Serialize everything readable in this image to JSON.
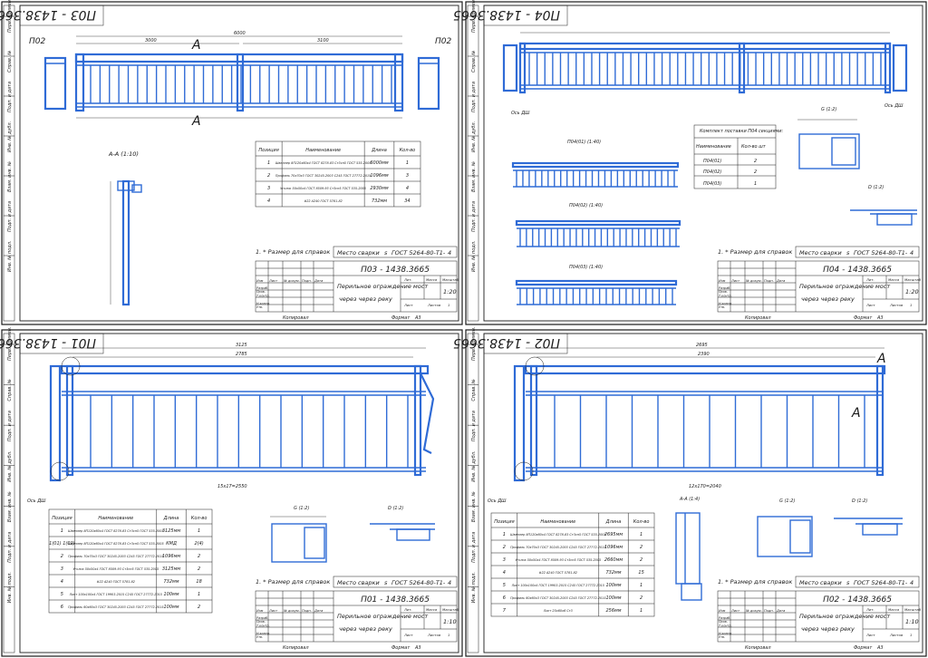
{
  "sheets": [
    {
      "id": "p03",
      "stamp_code": "П03 - 1438.3665",
      "doc_code": "П03 - 1438.3665",
      "title_line1": "Перильное ограждение мост",
      "title_line2": "через через реку",
      "mass": "1:20",
      "weld_label": "Место сварки",
      "weld_gost": "ГОСТ 5264-80-Т1-",
      "weld_size": "4",
      "weld_s": "s",
      "note": "1. * Размер для справок",
      "section_label": "А-А (1:10)",
      "marks": [
        "П02",
        "П02",
        "А",
        "А"
      ],
      "dims": [
        "6000",
        "3000",
        "3100"
      ],
      "table_headers": [
        "Позиция",
        "Наименование",
        "Длина",
        "Кол-во"
      ],
      "table_rows": [
        {
          "pos": "1",
          "name": "Швеллер 8П120х60х4 ГОСТ 8278-83 Ст3сп5 ГОСТ 535-2005",
          "len": "6000мм",
          "qty": "1"
        },
        {
          "pos": "2",
          "name": "Профиль 70х70х3 ГОСТ 30245-2003 С245 ГОСТ 27772-2015",
          "len": "1096мм",
          "qty": "3"
        },
        {
          "pos": "3",
          "name": "Уголок 50х50х4 ГОСТ 8509-93 Ст3сп5 ГОСТ 535-2005",
          "len": "2930мм",
          "qty": "4"
        },
        {
          "pos": "4",
          "name": "#22 А240 ГОСТ 5781-82",
          "len": "732мм",
          "qty": "34"
        }
      ]
    },
    {
      "id": "p04",
      "stamp_code": "П04 - 1438.3665",
      "doc_code": "П04 - 1438.3665",
      "title_line1": "Перильное ограждение мост",
      "title_line2": "через через реку",
      "mass": "1:20",
      "weld_label": "Место сварки",
      "weld_gost": "ГОСТ 5264-80-Т1-",
      "weld_size": "4",
      "weld_s": "s",
      "note": "1. * Размер для справок",
      "views": [
        "П04(01) (1:40)",
        "П04(02) (1:40)",
        "П04(03) (1:40)",
        "G (1:2)",
        "D (1:2)",
        "Ось ДШ",
        "Ось ДШ"
      ],
      "kit_title": "Комплект поставки П04 секциями:",
      "kit_headers": [
        "Наименование",
        "Кол-во шт"
      ],
      "kit_rows": [
        {
          "name": "П04(01)",
          "qty": "2"
        },
        {
          "name": "П04(02)",
          "qty": "2"
        },
        {
          "name": "П04(03)",
          "qty": "1"
        }
      ]
    },
    {
      "id": "p01",
      "stamp_code": "П01 - 1438.3665",
      "doc_code": "П01 - 1438.3665",
      "title_line1": "Перильное ограждение мост",
      "title_line2": "через через реку",
      "mass": "1:10",
      "weld_label": "Место сварки",
      "weld_gost": "ГОСТ 5264-80-Т1-",
      "weld_size": "4",
      "weld_s": "s",
      "note": "1. * Размер для справок",
      "views": [
        "G (1:2)",
        "D (1:2)",
        "Ось ДШ"
      ],
      "dims": [
        "3125",
        "2785",
        "15х17=2550"
      ],
      "table_headers": [
        "Позиция",
        "Наименование",
        "Длина",
        "Кол-во"
      ],
      "table_rows": [
        {
          "pos": "1",
          "name": "Швеллер 8П120х60х4 ГОСТ 8278-83 Ст3сп5 ГОСТ 535-2005",
          "len": "3125мм",
          "qty": "1"
        },
        {
          "pos": "1(01) 1(02)",
          "name": "Швеллер 8П120х60х4 ГОСТ 8278-83 Ст3сп5 ГОСТ 535-2005",
          "len": "КМД",
          "qty": "2(4)"
        },
        {
          "pos": "2",
          "name": "Профиль 70х70х3 ГОСТ 30245-2003 С245 ГОСТ 27772-2015",
          "len": "1096мм",
          "qty": "2"
        },
        {
          "pos": "3",
          "name": "Уголок 50х50х4 ГОСТ 8509-93 Ст3сп5 ГОСТ 535-2005",
          "len": "3125мм",
          "qty": "2"
        },
        {
          "pos": "4",
          "name": "#22 А240 ГОСТ 5781-82",
          "len": "732мм",
          "qty": "18"
        },
        {
          "pos": "5",
          "name": "Лист 100х100х4 ГОСТ 19903-2015 С245 ГОСТ 27772-2015",
          "len": "100мм",
          "qty": "1"
        },
        {
          "pos": "6",
          "name": "Профиль 60х60х3 ГОСТ 30245-2003 С245 ГОСТ 27772-2015",
          "len": "100мм",
          "qty": "2"
        }
      ]
    },
    {
      "id": "p02",
      "stamp_code": "П02 - 1438.3665",
      "doc_code": "П02 - 1438.3665",
      "title_line1": "Перильное ограждение мост",
      "title_line2": "через через реку",
      "mass": "1:10",
      "weld_label": "Место сварки",
      "weld_gost": "ГОСТ 5264-80-Т1-",
      "weld_size": "4",
      "weld_s": "s",
      "note": "1. * Размер для справок",
      "views": [
        "А-А (1:4)",
        "G (1:2)",
        "D (1:2)",
        "Ось ДШ",
        "А",
        "А"
      ],
      "dims": [
        "2695",
        "2390",
        "12х170=2040"
      ],
      "table_headers": [
        "Позиция",
        "Наименование",
        "Длина",
        "Кол-во"
      ],
      "table_rows": [
        {
          "pos": "1",
          "name": "Швеллер 8П120х60х4 ГОСТ 8278-83 Ст3сп5 ГОСТ 535-2005",
          "len": "2695мм",
          "qty": "1"
        },
        {
          "pos": "2",
          "name": "Профиль 70х70х3 ГОСТ 30245-2003 С245 ГОСТ 27772-2015",
          "len": "1096мм",
          "qty": "2"
        },
        {
          "pos": "3",
          "name": "Уголок 50х50х4 ГОСТ 8509-93 Ст3сп5 ГОСТ 535-2005",
          "len": "2660мм",
          "qty": "2"
        },
        {
          "pos": "4",
          "name": "#22 А240 ГОСТ 5781-82",
          "len": "732мм",
          "qty": "15"
        },
        {
          "pos": "5",
          "name": "Лист 100х100х4 ГОСТ 19903-2015 С245 ГОСТ 27772-2015",
          "len": "100мм",
          "qty": "1"
        },
        {
          "pos": "6",
          "name": "Профиль 60х60х3 ГОСТ 30245-2003 С245 ГОСТ 27772-2015",
          "len": "100мм",
          "qty": "2"
        },
        {
          "pos": "7",
          "name": "Лист 25х60х6 Ст3",
          "len": "256мм",
          "qty": "1"
        }
      ]
    }
  ],
  "common": {
    "format_label": "Формат",
    "format_value": "А3",
    "copied_label": "Копировал",
    "lit_label": "Лит.",
    "mass_label": "Масса",
    "scale_label": "Масштаб",
    "sheet_label": "Лист",
    "sheets_label": "Листов",
    "sheets_value": "1",
    "stamp_rows": [
      "Изм",
      "Лист",
      "№ докум.",
      "Подп.",
      "Дата"
    ],
    "stamp_roles": [
      "Разраб.",
      "Пров.",
      "Т.контр.",
      "",
      "Н.контр.",
      "Утв."
    ],
    "side_labels": [
      "Перв. примен.",
      "Справ. №",
      "Подп. и дата",
      "Инв. № дубл.",
      "Взам. инв. №",
      "Подп. и дата",
      "Инв. № подл."
    ]
  }
}
